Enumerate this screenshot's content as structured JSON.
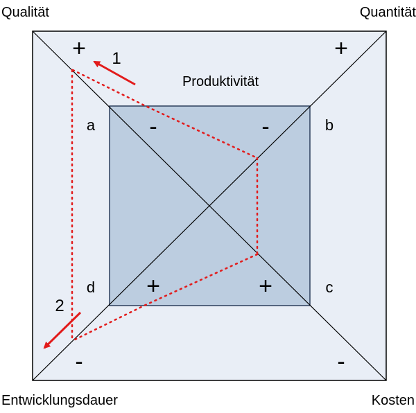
{
  "diagram": {
    "corner_labels": {
      "top_left": "Qualität",
      "top_right": "Quantität",
      "bottom_left": "Entwicklungsdauer",
      "bottom_right": "Kosten"
    },
    "center_label": "Produktivität",
    "vertex_labels": {
      "a": "a",
      "b": "b",
      "c": "c",
      "d": "d"
    },
    "outer_signs": {
      "top_left": "+",
      "top_right": "+",
      "bottom_left": "-",
      "bottom_right": "-"
    },
    "inner_signs": {
      "top_left": "-",
      "top_right": "-",
      "bottom_left": "+",
      "bottom_right": "+"
    },
    "arrow_labels": {
      "first": "1",
      "second": "2"
    },
    "colors": {
      "outer_fill": "#e9eef6",
      "inner_fill": "#bccde0",
      "line": "#000000",
      "inner_border": "#2c3e5c",
      "path_color": "#e21b1b"
    }
  }
}
